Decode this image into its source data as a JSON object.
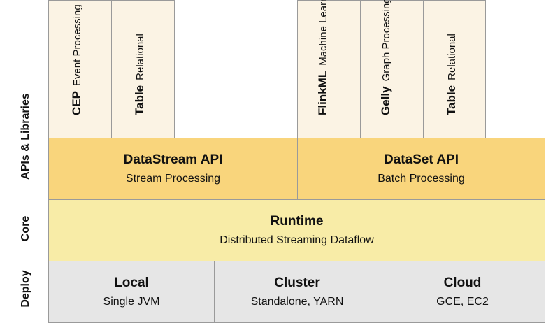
{
  "row_labels": {
    "apis": "APIs & Libraries",
    "core": "Core",
    "deploy": "Deploy"
  },
  "libraries": [
    {
      "title": "CEP",
      "subtitle": "Event Processing"
    },
    {
      "title": "Table",
      "subtitle": "Relational"
    },
    {
      "title": "FlinkML",
      "subtitle": "Machine Learning"
    },
    {
      "title": "Gelly",
      "subtitle": "Graph Processing"
    },
    {
      "title": "Table",
      "subtitle": "Relational"
    }
  ],
  "apis": {
    "datastream": {
      "title": "DataStream API",
      "subtitle": "Stream Processing"
    },
    "dataset": {
      "title": "DataSet API",
      "subtitle": "Batch Processing"
    }
  },
  "core": {
    "title": "Runtime",
    "subtitle": "Distributed Streaming Dataflow"
  },
  "deploy": [
    {
      "title": "Local",
      "subtitle": "Single JVM"
    },
    {
      "title": "Cluster",
      "subtitle": "Standalone, YARN"
    },
    {
      "title": "Cloud",
      "subtitle": "GCE, EC2"
    }
  ],
  "colors": {
    "library_bg": "#fbf3e4",
    "api_bg": "#f9d57c",
    "core_bg": "#f8eca7",
    "deploy_bg": "#e6e6e6"
  }
}
